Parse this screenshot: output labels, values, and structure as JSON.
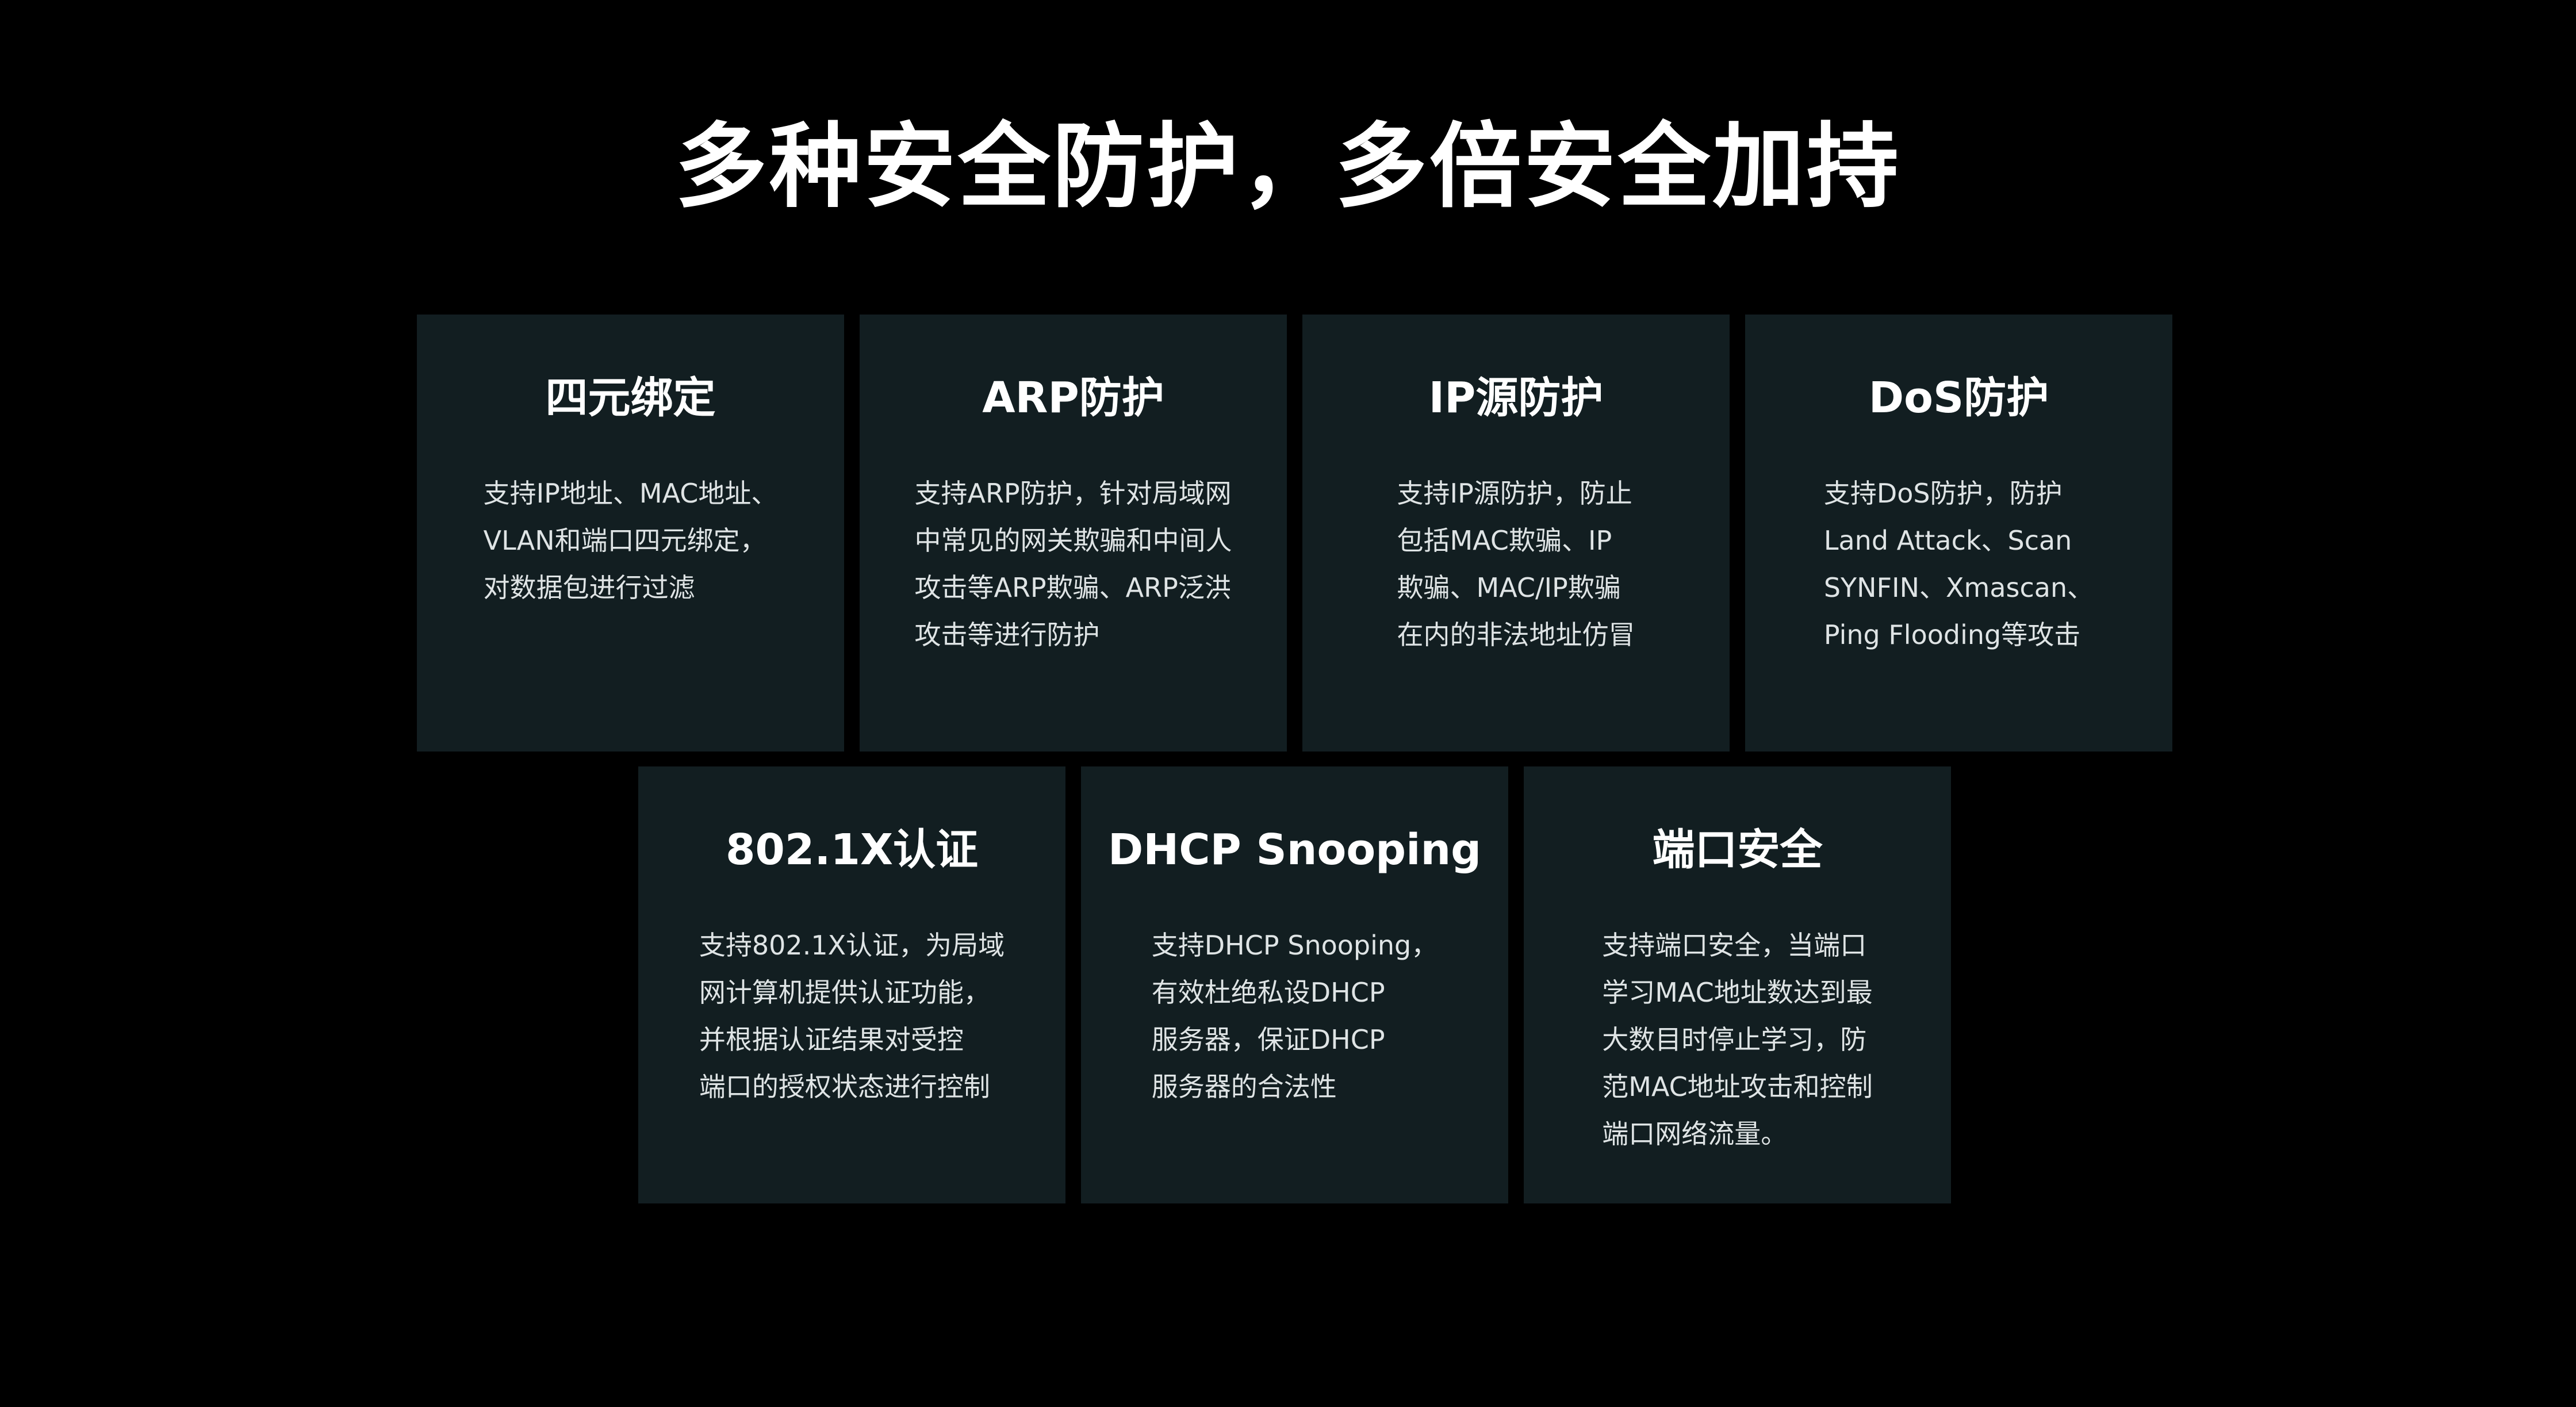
{
  "page": {
    "title": "多种安全防护，多倍安全加持"
  },
  "cards": [
    {
      "title": "四元绑定",
      "lines": [
        "支持IP地址、MAC地址、",
        "VLAN和端口四元绑定，",
        "对数据包进行过滤"
      ]
    },
    {
      "title": "ARP防护",
      "lines": [
        "支持ARP防护，针对局域网",
        "中常见的网关欺骗和中间人",
        "攻击等ARP欺骗、ARP泛洪",
        "攻击等进行防护"
      ]
    },
    {
      "title": "IP源防护",
      "lines": [
        "支持IP源防护，防止",
        "包括MAC欺骗、IP",
        "欺骗、MAC/IP欺骗",
        "在内的非法地址仿冒"
      ]
    },
    {
      "title": "DoS防护",
      "lines": [
        "支持DoS防护，防护",
        "Land Attack、Scan",
        "SYNFIN、Xmascan、",
        "Ping Flooding等攻击"
      ]
    },
    {
      "title": "802.1X认证",
      "lines": [
        "支持802.1X认证，为局域",
        "网计算机提供认证功能，",
        "并根据认证结果对受控",
        "端口的授权状态进行控制"
      ]
    },
    {
      "title": "DHCP Snooping",
      "lines": [
        "支持DHCP Snooping，",
        "有效杜绝私设DHCP",
        "服务器，保证DHCP",
        "服务器的合法性"
      ]
    },
    {
      "title": "端口安全",
      "lines": [
        "支持端口安全，当端口",
        "学习MAC地址数达到最",
        "大数目时停止学习，防",
        "范MAC地址攻击和控制",
        "端口网络流量。"
      ]
    }
  ]
}
